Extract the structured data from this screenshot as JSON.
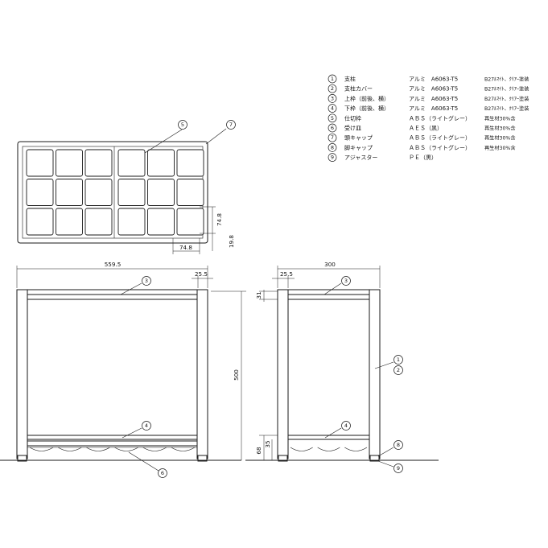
{
  "parts_list": [
    {
      "no": "1",
      "name": "支柱",
      "material": "アルミ　A6063-T5",
      "finish": "B27ﾙﾏｲﾄ、ｸﾘｱｰ塗装"
    },
    {
      "no": "2",
      "name": "支柱カバー",
      "material": "アルミ　A6063-T5",
      "finish": "B27ﾙﾏｲﾄ、ｸﾘｱｰ塗装"
    },
    {
      "no": "3",
      "name": "上枠（前後、横）",
      "material": "アルミ　A6063-T5",
      "finish": "B27ﾙﾏｲﾄ、ｸﾘｱｰ塗装"
    },
    {
      "no": "4",
      "name": "下枠（前後、横）",
      "material": "アルミ　A6063-T5",
      "finish": "B27ﾙﾏｲﾄ、ｸﾘｱｰ塗装"
    },
    {
      "no": "5",
      "name": "仕切枠",
      "material": "ＡＢＳ（ライトグレー）",
      "finish": "再生材30%含"
    },
    {
      "no": "6",
      "name": "受け皿",
      "material": "ＡＥＳ（黒）",
      "finish": "再生材30%含"
    },
    {
      "no": "7",
      "name": "頭キャップ",
      "material": "ＡＢＳ（ライトグレー）",
      "finish": "再生材30%含"
    },
    {
      "no": "8",
      "name": "脚キャップ",
      "material": "ＡＢＳ（ライトグレー）",
      "finish": "再生材30%含"
    },
    {
      "no": "9",
      "name": "アジャスター",
      "material": "ＰＥ（黒）",
      "finish": ""
    }
  ],
  "dimensions": {
    "cell_height": "74.8",
    "cell_width": "74.8",
    "bottom_offset": "19.8",
    "overall_width": "559.5",
    "post_width_front": "25.5",
    "overall_depth": "300",
    "post_width_side": "25.5",
    "top_frame_height": "31",
    "overall_height": "500",
    "lower_frame_height": "35",
    "lower_frame_top": "68"
  },
  "callouts": {
    "plan_partition": "5",
    "plan_head_cap": "7",
    "front_top_frame": "3",
    "front_bottom_frame": "4",
    "front_drip_tray": "6",
    "side_top_frame": "3",
    "side_post": "1",
    "side_post_cover": "2",
    "side_bottom_frame": "4",
    "side_foot_cap": "8",
    "side_adjuster": "9"
  }
}
